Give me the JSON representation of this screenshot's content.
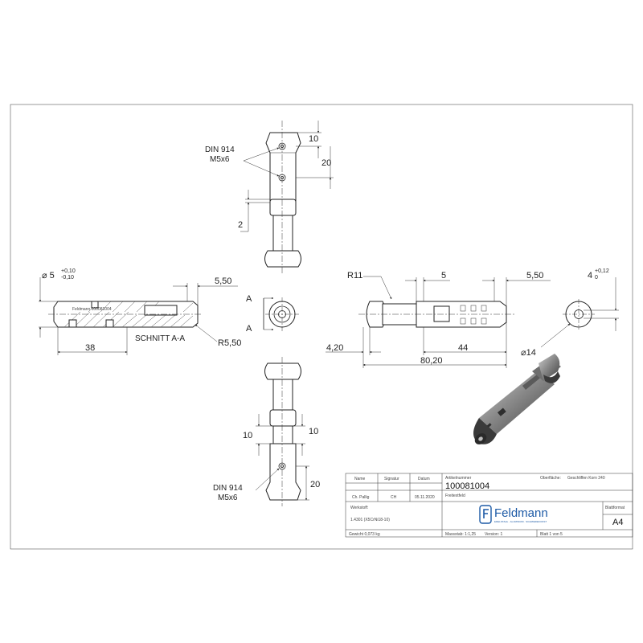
{
  "colors": {
    "line": "#222222",
    "logo": "#1d5aa6",
    "metal_dark": "#4a4a4a",
    "metal_light": "#a8a8a8"
  },
  "labels": {
    "din_top_1": "DIN 914",
    "din_top_2": "M5x6",
    "din_bot_1": "DIN 914",
    "din_bot_2": "M5x6",
    "schnitt": "SCHNITT A-A",
    "sec_a_top": "A",
    "sec_a_bot": "A",
    "section_text": "Feldmann 100081004"
  },
  "dims": {
    "top_10": "10",
    "top_20": "20",
    "top_2": "2",
    "dia5": "⌀ 5",
    "tol_plus": "+0,10",
    "tol_minus": "-0,10",
    "d550_left": "5,50",
    "d38": "38",
    "r550": "R5,50",
    "r11": "R11",
    "d5": "5",
    "d550_right": "5,50",
    "d4": "4",
    "tol4_plus": "+0,12",
    "tol4_zero": "0",
    "d420": "4,20",
    "d44": "44",
    "d8020": "80,20",
    "dia14": "⌀14",
    "bot_10_left": "10",
    "bot_10_right": "10",
    "bot_20": "20"
  },
  "title_block": {
    "h_name": "Name",
    "h_signatur": "Signatur",
    "h_datum": "Datum",
    "h_artikel": "Artikelnummer",
    "h_oberflaeche": "Oberfläche:",
    "oberflaeche_value": "Geschliffen Korn 240",
    "name_value": "Ch. Pallig",
    "signatur_value": "CH",
    "datum_value": "05.11.2020",
    "artikel_value": "100081004",
    "werkstoff_label": "Werkstoff:",
    "werkstoff_value": "1.4301 (X5CrNi18-10)",
    "gewicht": "Gewicht 0,073 kg",
    "freitext": "Freitextfeld",
    "company": "Feldmann",
    "company_sub": "EDELSTAHL · ALUMINIUM · SCHMIEDEKUNST",
    "blattformat_label": "Blattformat",
    "blattformat_value": "A4",
    "massstab": "Massstab: 1:1,25",
    "version": "Version: 1",
    "blatt": "Blatt 1 von 5"
  }
}
